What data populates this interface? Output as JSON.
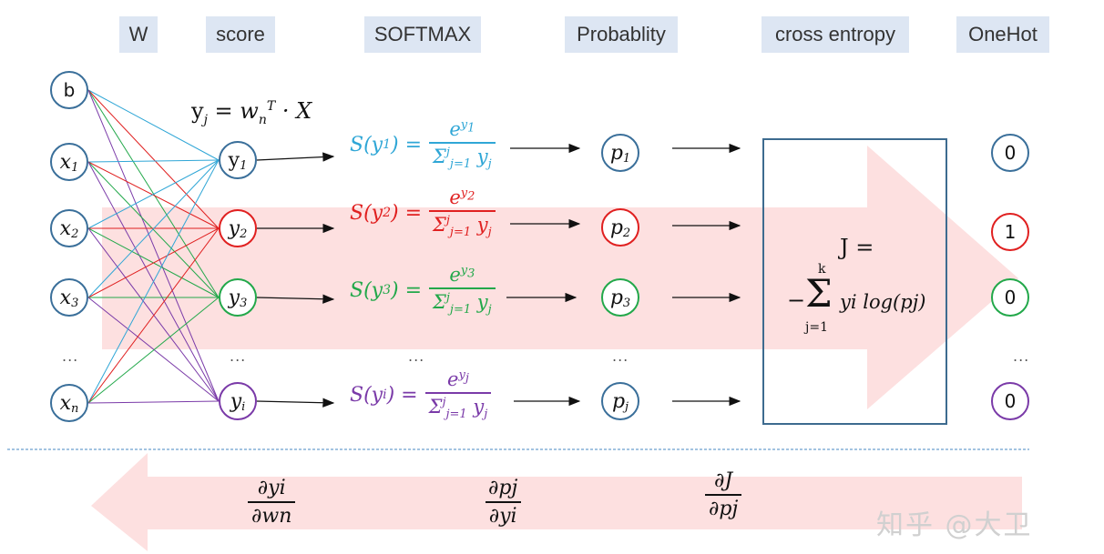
{
  "headers": {
    "w": "W",
    "score": "score",
    "softmax": "SOFTMAX",
    "probability": "Probablity",
    "cross_entropy": "cross entropy",
    "onehot": "OneHot"
  },
  "inputs": [
    "b",
    "x1",
    "x2",
    "x3",
    "...",
    "xn"
  ],
  "score_formula": "yj = wnT · X",
  "scores": [
    {
      "label": "y1",
      "color": "#2fa6d6"
    },
    {
      "label": "y2",
      "color": "#e02020"
    },
    {
      "label": "y3",
      "color": "#22a84a"
    },
    {
      "label": "yi",
      "color": "#7a3aa8"
    }
  ],
  "softmax_formulas": [
    {
      "lhs": "S(y1) =",
      "num": "e^y1",
      "den": "Σj=1^j yj",
      "color": "#2fa6d6"
    },
    {
      "lhs": "S(y2) =",
      "num": "e^y2",
      "den": "Σj=1^j yj",
      "color": "#e02020"
    },
    {
      "lhs": "S(y3) =",
      "num": "e^y3",
      "den": "Σj=1^j yj",
      "color": "#22a84a"
    },
    {
      "lhs": "S(yi) =",
      "num": "e^yj",
      "den": "Σj=1^j yj",
      "color": "#7a3aa8"
    }
  ],
  "probabilities": [
    {
      "label": "p1",
      "color": "#3a6f9a"
    },
    {
      "label": "p2",
      "color": "#e02020"
    },
    {
      "label": "p3",
      "color": "#22a84a"
    },
    {
      "label": "pj",
      "color": "#3a6f9a"
    }
  ],
  "loss": {
    "line1": "J =",
    "line2": "−",
    "sum_top": "k",
    "sum_bottom": "j=1",
    "term": "yi log(pj)"
  },
  "onehot": [
    {
      "value": "0",
      "color": "#3a6f9a"
    },
    {
      "value": "1",
      "color": "#e02020"
    },
    {
      "value": "0",
      "color": "#22a84a"
    },
    {
      "value": "0",
      "color": "#7a3aa8"
    }
  ],
  "ellipsis": "...",
  "derivatives": [
    {
      "num": "∂yi",
      "den": "∂wn"
    },
    {
      "num": "∂pj",
      "den": "∂yi"
    },
    {
      "num": "∂J",
      "den": "∂pj"
    }
  ],
  "watermark": "知乎 @大卫",
  "colors": {
    "forward_arrow": "#fde0e0",
    "backward_arrow": "#fde0e0",
    "header_bg": "#dde6f3",
    "dashed_line": "#6a9fcf"
  }
}
